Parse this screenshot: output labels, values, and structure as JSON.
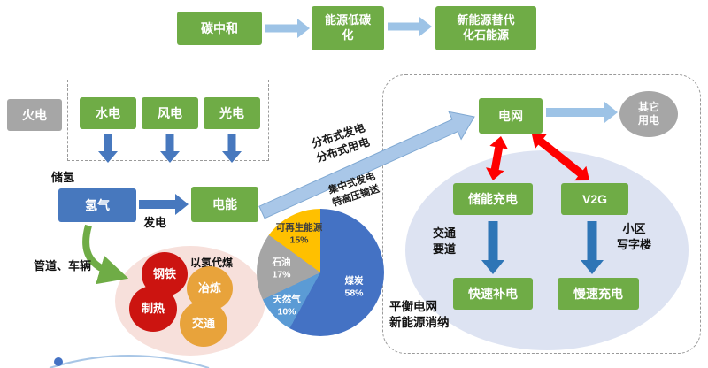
{
  "colors": {
    "green": "#6FAC46",
    "blue": "#4778BE",
    "gray": "#A6A6A6",
    "red": "#FE0000",
    "circle_red": "#CC1410",
    "circle_orange": "#E8A33B",
    "cluster_pink": "#F7E0DB",
    "zone_lavender": "#DDE3F2",
    "arrow_blue": "#4778BE",
    "arrow_light": "#9DC3E6",
    "arrow_big": "#A9C7E8",
    "arrow_dark": "#2E75B6"
  },
  "top_flow": {
    "carbon_neutral": "碳中和",
    "energy_low_carbon": "能源低碳\n化",
    "new_energy_substitution": "新能源替代\n化石能源"
  },
  "power_sources": {
    "thermal": "火电",
    "hydro": "水电",
    "wind": "风电",
    "solar": "光电"
  },
  "hydrogen_chain": {
    "storage_label": "储氢",
    "hydrogen": "氢气",
    "generation_label": "发电",
    "electricity": "电能",
    "pipeline_label": "管道、车辆",
    "coal_substitution_label": "以氢代煤",
    "steel": "钢铁",
    "smelting": "冶炼",
    "heating": "制热",
    "transport": "交通"
  },
  "transmission": {
    "distributed_label": "分布式发电\n分布式用电",
    "centralized_label": "集中式发电\n特高压输送"
  },
  "grid_zone": {
    "grid": "电网",
    "other_load": "其它\n用电",
    "storage_charging": "储能充电",
    "v2g": "V2G",
    "traffic_label": "交通\n要道",
    "district_label": "小区\n写字楼",
    "fast_charging": "快速补电",
    "slow_charging": "慢速充电",
    "balance_label": "平衡电网\n新能源消纳"
  },
  "chart_data": {
    "type": "pie",
    "title": "",
    "labels": [
      "煤炭",
      "天然气",
      "石油",
      "可再生能源"
    ],
    "values": [
      58,
      10,
      17,
      15
    ],
    "unit": "%",
    "colors": [
      "#4472C4",
      "#5B9BD5",
      "#A5A5A5",
      "#FFC000"
    ],
    "start_angle_deg": 0,
    "direction": "clockwise",
    "legend": "none",
    "slice_labels": [
      "煤炭\n58%",
      "天然气\n10%",
      "石油\n17%",
      "可再生能源\n15%"
    ],
    "label_colors": [
      "#FFFFFF",
      "#FFFFFF",
      "#FFFFFF",
      "#3F3F3F"
    ]
  }
}
